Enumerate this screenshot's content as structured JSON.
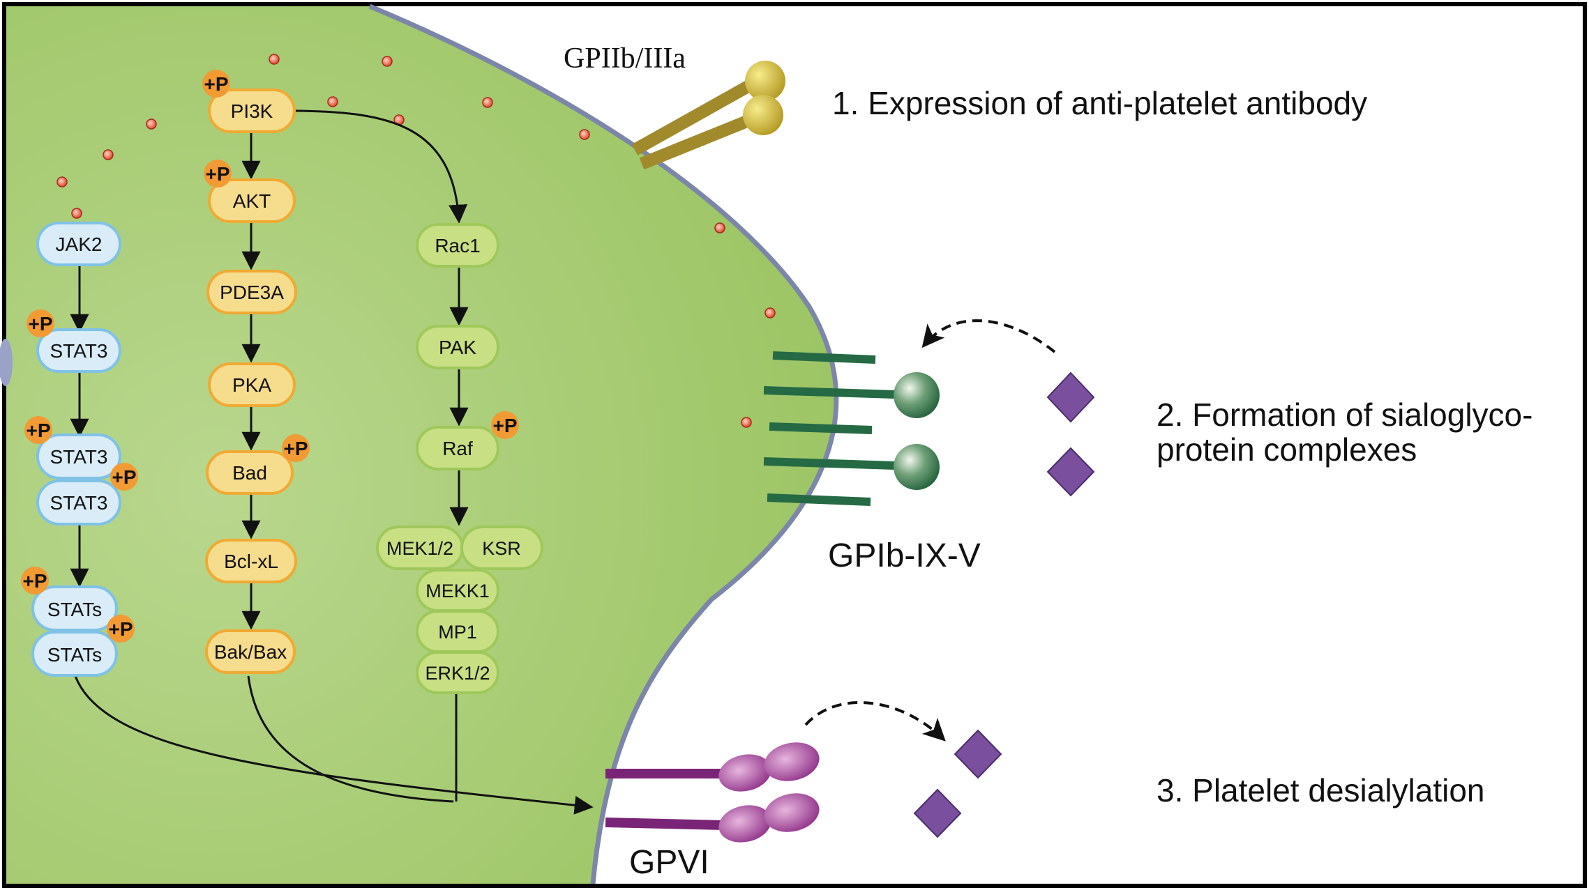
{
  "receptors": {
    "gpiib": "GPIIb/IIIa",
    "gpib": "GPIb-IX-V",
    "gpvi": "GPVI"
  },
  "mechanisms": [
    "1. Expression of anti-platelet antibody",
    "2. Formation of sialoglyco-",
    "protein complexes",
    "3. Platelet desialylation"
  ],
  "phospho": "+P",
  "pathways": {
    "jak": [
      "JAK2",
      "STAT3",
      "STAT3",
      "STAT3",
      "STATs",
      "STATs"
    ],
    "pi3k": [
      "PI3K",
      "AKT",
      "PDE3A",
      "PKA",
      "Bad",
      "Bcl-xL",
      "Bak/Bax"
    ],
    "rac": [
      "Rac1",
      "PAK",
      "Raf",
      "MEK1/2",
      "KSR",
      "MEKK1",
      "MP1",
      "ERK1/2"
    ]
  },
  "colors": {
    "cell": "#a2c66a",
    "membrane": "#7c86a8",
    "jak_fill": "#d9ecf7",
    "jak_stroke": "#7fc2e6",
    "pi3k_fill": "#f6dc8d",
    "pi3k_stroke": "#f0aa34",
    "rac_fill": "#c8df84",
    "rac_stroke": "#9fc85a",
    "phospho": "#f29a33",
    "diamond": "#7a4f9e",
    "gpib": "#256a45",
    "gpvi": "#7a2477",
    "gpiib": "#a08a2c"
  }
}
